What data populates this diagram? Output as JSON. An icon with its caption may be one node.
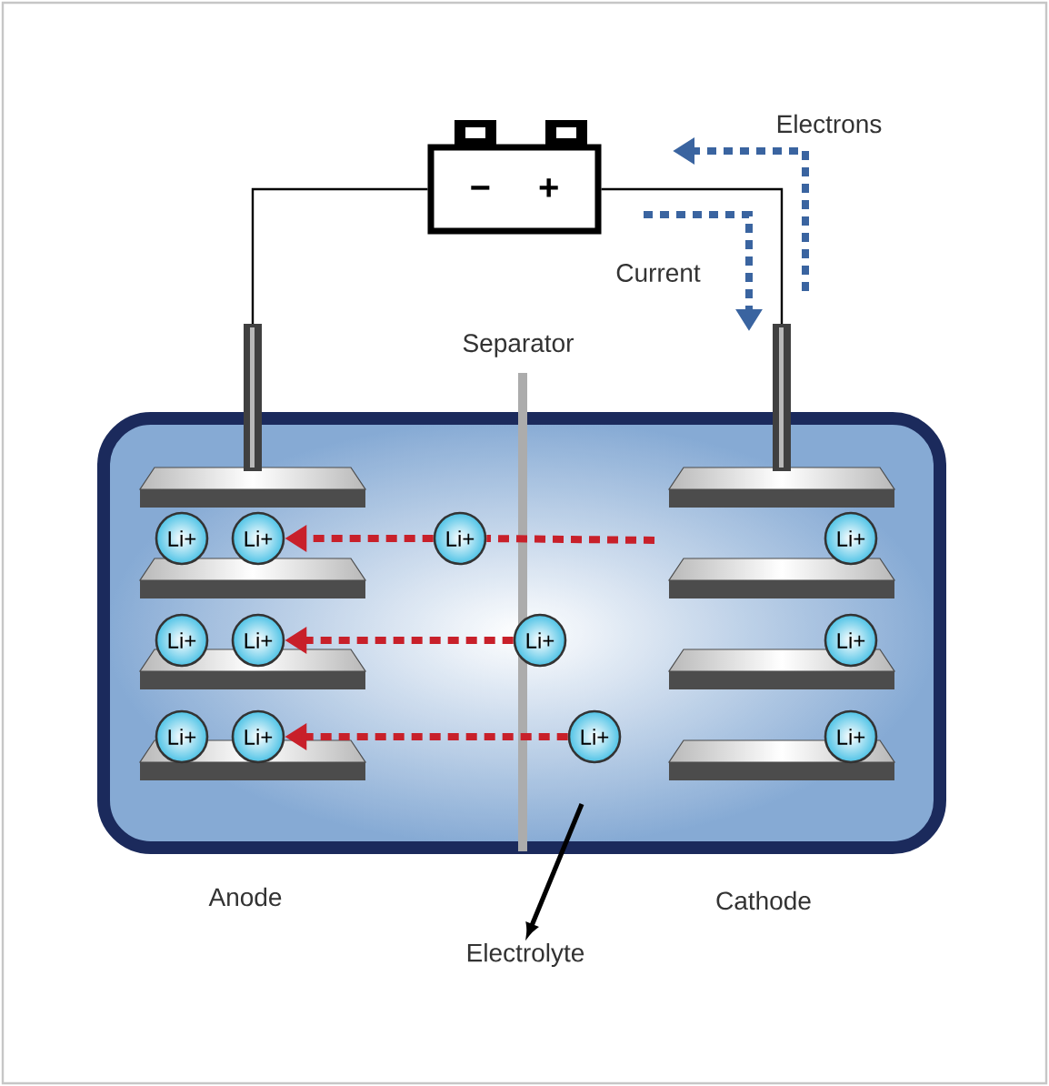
{
  "diagram": {
    "nodes": [
      {
        "text": [
          "−",
          "+"
        ]
      },
      {
        "text": [],
        "shape": "box"
      },
      {
        "text": [],
        "shape": "bar",
        "in": 1
      },
      {
        "text": [],
        "shape": "bar",
        "in": 1
      },
      {
        "text": [
          "Li+"
        ],
        "in": 1
      },
      {
        "text": [
          "Li+"
        ],
        "in": 1
      },
      {
        "text": [
          "Li+"
        ],
        "in": 1
      },
      {
        "text": [
          "Li+"
        ],
        "in": 1
      },
      {
        "text": [],
        "shape": "bar",
        "in": 1
      },
      {
        "text": [],
        "shape": "bar",
        "in": 1
      },
      {
        "text": [
          "Li+"
        ],
        "in": 1
      },
      {
        "text": [
          "Li+"
        ],
        "in": 1
      },
      {
        "text": [
          "Li+"
        ],
        "in": 1
      },
      {
        "text": [
          "Li+"
        ],
        "in": 1
      },
      {
        "text": [],
        "shape": "bar",
        "in": 1
      },
      {
        "text": [],
        "shape": "bar",
        "in": 1
      },
      {
        "text": [
          "Li+"
        ],
        "in": 1
      },
      {
        "text": [
          "Li+"
        ],
        "in": 1
      },
      {
        "text": [
          "Li+"
        ],
        "in": 1
      },
      {
        "text": [
          "Li+"
        ],
        "in": 1
      },
      {
        "text": [],
        "shape": "bar",
        "in": 1
      },
      {
        "text": [],
        "shape": "bar",
        "in": 1
      },
      {
        "text": [
          "Electrolyte"
        ]
      }
    ],
    "edges": [
      {
        "from": 0,
        "to": 2,
        "arrow": "none",
        "color": "#000000"
      },
      {
        "from": 0,
        "to": 3,
        "arrow": "none",
        "color": "#000000"
      },
      {
        "from": 1,
        "to": 22,
        "arrow": "to",
        "color": "#000000"
      },
      {
        "from": null,
        "to": 6,
        "arrow": "none",
        "style": "dashed"
      },
      {
        "from": 6,
        "to": 5,
        "arrow": "to",
        "style": "dashed"
      },
      {
        "from": 12,
        "to": 11,
        "arrow": "to",
        "style": "dashed"
      },
      {
        "from": 18,
        "to": 17,
        "arrow": "to",
        "style": "dashed"
      }
    ],
    "labels": [
      "Electrons",
      "Current",
      "Separator",
      "Anode",
      "Cathode"
    ]
  }
}
